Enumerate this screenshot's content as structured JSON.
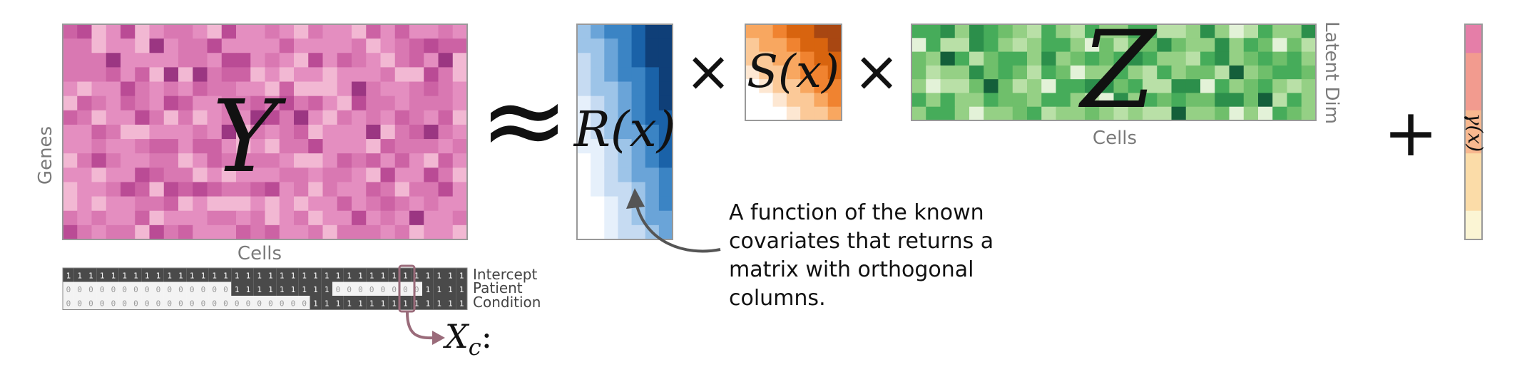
{
  "labels": {
    "genes": "Genes",
    "cells_left": "Cells",
    "cells_right": "Cells",
    "latent_dim": "Latent Dim"
  },
  "symbols": {
    "Y": "Y",
    "approx": "≈",
    "R": "R(x)",
    "times1": "×",
    "S": "S(x)",
    "times2": "×",
    "Z": "Z",
    "plus": "+",
    "gamma": "γ(x)",
    "Xc": "X",
    "Xc_sub": "c",
    "Xc_colon": ":"
  },
  "design_matrix": {
    "rows": [
      {
        "name": "Intercept",
        "bits": "111111111111111111111111111111111111"
      },
      {
        "name": "Patient",
        "bits": "000000000000000111111111000000001111"
      },
      {
        "name": "Condition",
        "bits": "000000000000000000000011111111111111"
      }
    ],
    "highlight_column": 31
  },
  "annotation": {
    "lines": [
      "A function of the known",
      "covariates that returns a",
      "matrix with orthogonal",
      "columns."
    ]
  },
  "colors": {
    "pink_heatmap": [
      "#f2b8d3",
      "#e48ec0",
      "#d978b2",
      "#cc62a4",
      "#ba4b95",
      "#9b3682"
    ],
    "blue_gradient": [
      "#ffffff",
      "#e6f0fb",
      "#c6dbf2",
      "#9dc4e8",
      "#6aa4d8",
      "#3b84c4",
      "#1a62a8",
      "#0f3f78"
    ],
    "orange_gradient": [
      "#ffffff",
      "#fde7d2",
      "#fbc998",
      "#f8a760",
      "#f08330",
      "#d8640f",
      "#a84712"
    ],
    "green_heatmap": [
      "#e3f2d8",
      "#b9e0a7",
      "#95d085",
      "#6fbf6b",
      "#46ac5a",
      "#2c8f4b",
      "#145f3a"
    ],
    "gamma_gradient": [
      "#fbf5d4",
      "#fbdca8",
      "#f8b88f",
      "#f29b8f",
      "#e57ea8"
    ],
    "design_dark": "#4a4a4a",
    "design_light": "#f3f3f3",
    "highlight": "#9a6b7a",
    "arrow": "#555555"
  }
}
